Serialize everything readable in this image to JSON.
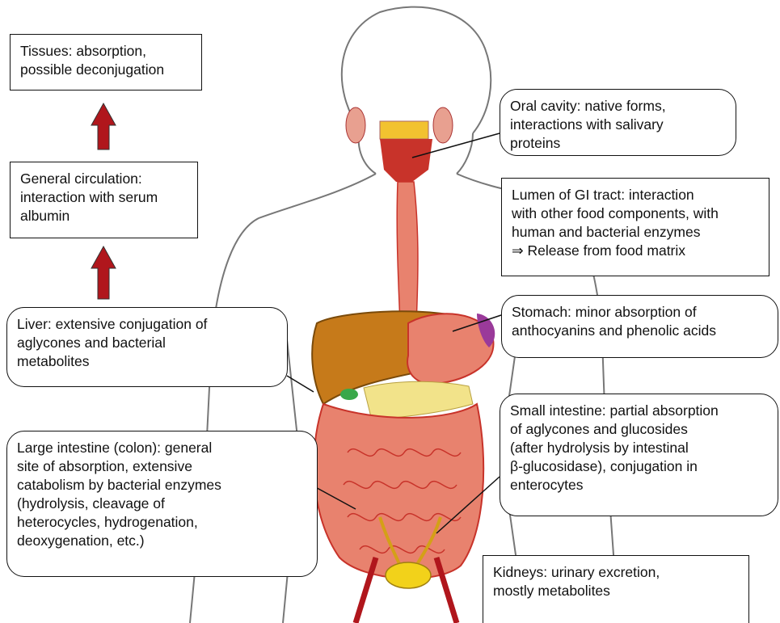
{
  "boxes": {
    "tissues": "Tissues: absorption,\npossible deconjugation",
    "circulation": "General circulation:\ninteraction with serum\nalbumin",
    "liver": "Liver: extensive conjugation of\naglycones and bacterial\nmetabolites",
    "large_intestine": "Large intestine (colon): general\nsite of absorption, extensive\ncatabolism by bacterial enzymes\n(hydrolysis, cleavage of\nheterocycles, hydrogenation,\ndeoxygenation, etc.)",
    "oral": "Oral cavity: native forms,\ninteractions with salivary\nproteins",
    "lumen": "Lumen of GI tract: interaction\nwith other food components, with\nhuman and bacterial enzymes\n⇒ Release from food matrix",
    "stomach": "Stomach: minor absorption of\nanthocyanins and phenolic acids",
    "small_intestine": "Small intestine: partial absorption\nof aglycones and glucosides\n(after hydrolysis by intestinal\nβ-glucosidase), conjugation in\nenterocytes",
    "kidneys": "Kidneys: urinary excretion,\nmostly metabolites"
  },
  "colors": {
    "arrow": "#b0161c",
    "organ": "#e8826e",
    "organ_dark": "#c8332a",
    "liver": "#c67a1a",
    "pancreas": "#f2e38a",
    "outline": "#777777"
  }
}
